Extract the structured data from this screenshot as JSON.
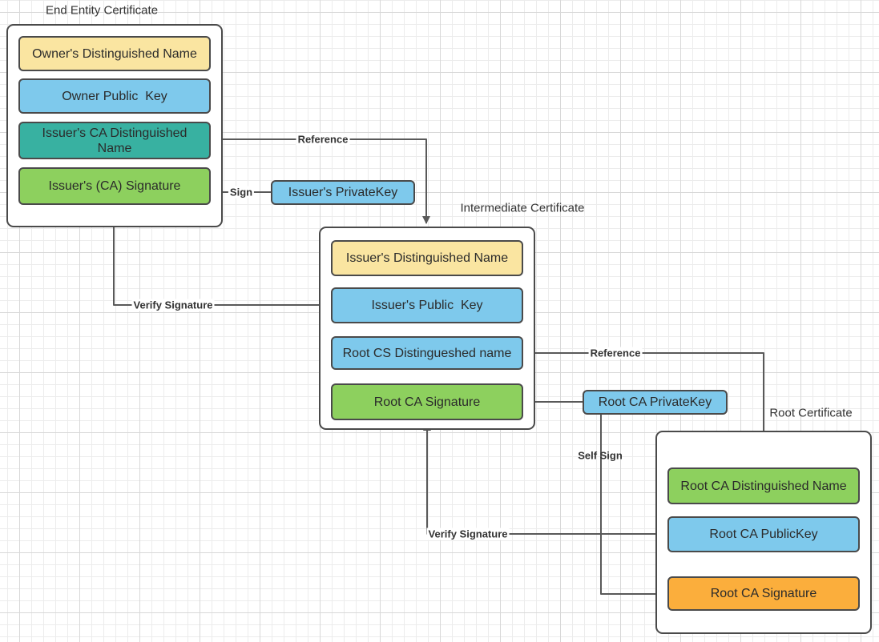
{
  "colors": {
    "field_yellow": "#FAE5A1",
    "field_blue": "#7EC9EC",
    "field_teal": "#38B1A1",
    "field_green": "#8DD05E",
    "field_orange": "#FBAE3C",
    "shape_border": "#4A4A4A",
    "connector_line": "#595959",
    "text": "#2B2B2B"
  },
  "end_entity": {
    "title": "End Entity Certificate",
    "boxes": [
      {
        "label": "Owner's Distinguished Name",
        "color": "yellow"
      },
      {
        "label": "Owner Public  Key",
        "color": "blue"
      },
      {
        "label": "Issuer's CA Distinguished Name",
        "color": "teal"
      },
      {
        "label": "Issuer's (CA) Signature",
        "color": "green"
      }
    ]
  },
  "intermediate": {
    "title": "Intermediate Certificate",
    "boxes": [
      {
        "label": "Issuer's Distinguished Name",
        "color": "yellow"
      },
      {
        "label": "Issuer's Public  Key",
        "color": "blue"
      },
      {
        "label": "Root CS Distingueshed name",
        "color": "blue"
      },
      {
        "label": "Root CA Signature",
        "color": "green"
      }
    ]
  },
  "root": {
    "title": "Root Certificate",
    "boxes": [
      {
        "label": "Root CA Distinguished Name",
        "color": "green"
      },
      {
        "label": "Root CA PublicKey",
        "color": "blue"
      },
      {
        "label": "Root CA Signature",
        "color": "orange"
      }
    ]
  },
  "keys": {
    "issuer_private_key": "Issuer's PrivateKey",
    "root_ca_private_key": "Root CA PrivateKey"
  },
  "arrow_labels": {
    "reference_left": "Reference",
    "sign": "Sign",
    "verify_left": "Verify Signature",
    "reference_right": "Reference",
    "self_sign": "Self Sign",
    "verify_right": "Verify Signature"
  }
}
